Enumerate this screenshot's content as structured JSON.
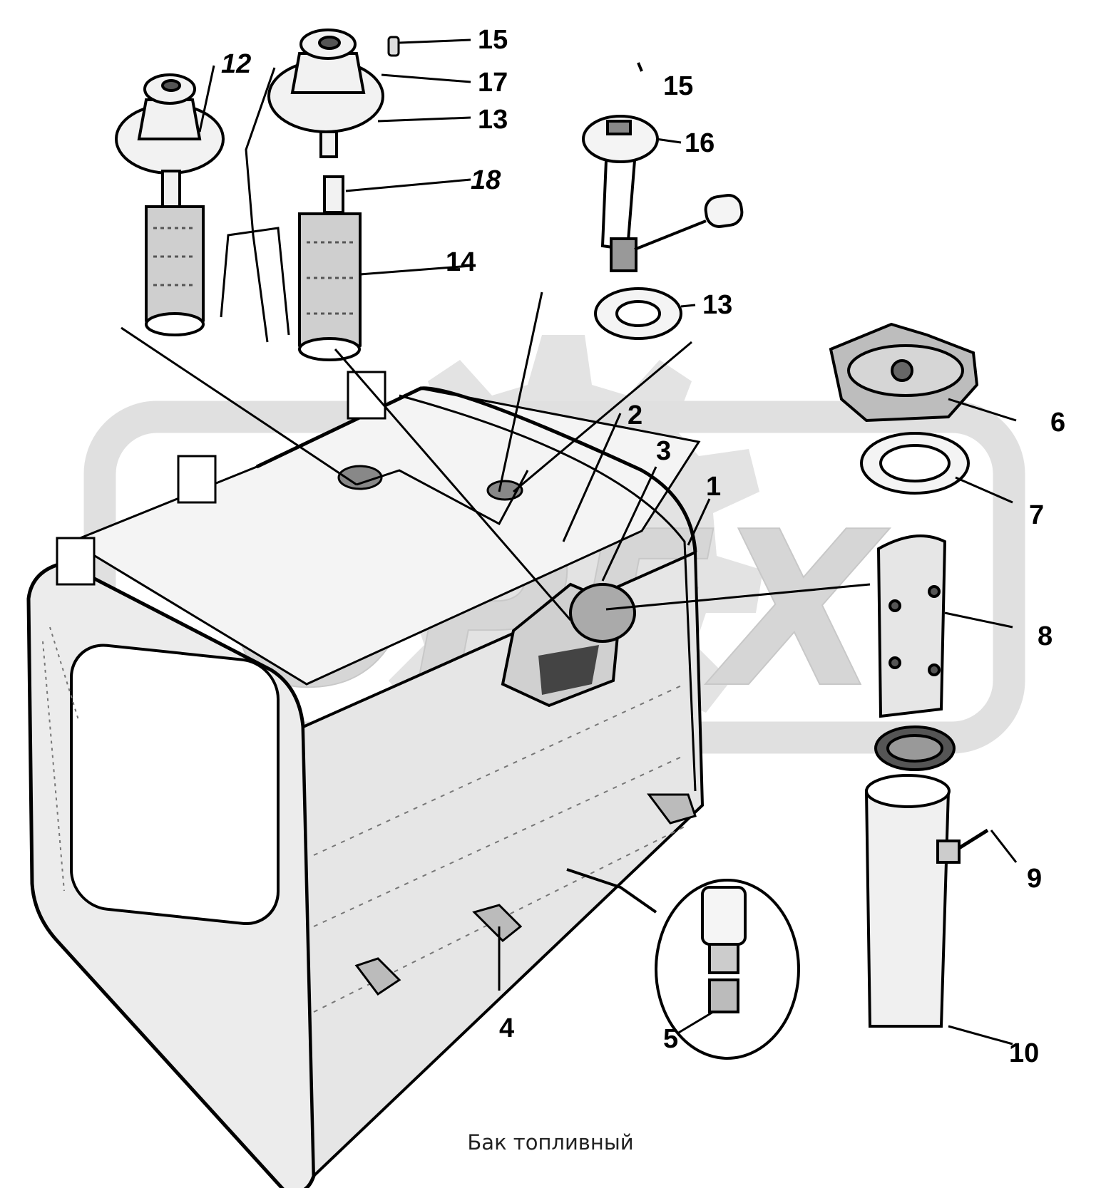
{
  "caption": "Бак топливный",
  "watermark": {
    "text": "OPEX",
    "color": "#d9d9d9"
  },
  "callouts": [
    {
      "id": "1",
      "label": "1"
    },
    {
      "id": "2",
      "label": "2"
    },
    {
      "id": "3",
      "label": "3"
    },
    {
      "id": "4",
      "label": "4"
    },
    {
      "id": "5",
      "label": "5"
    },
    {
      "id": "6",
      "label": "6"
    },
    {
      "id": "7",
      "label": "7"
    },
    {
      "id": "8",
      "label": "8"
    },
    {
      "id": "9",
      "label": "9"
    },
    {
      "id": "10",
      "label": "10"
    },
    {
      "id": "12",
      "label": "12"
    },
    {
      "id": "13a",
      "label": "13"
    },
    {
      "id": "13b",
      "label": "13"
    },
    {
      "id": "14",
      "label": "14"
    },
    {
      "id": "15a",
      "label": "15"
    },
    {
      "id": "15b",
      "label": "15"
    },
    {
      "id": "16",
      "label": "16"
    },
    {
      "id": "17",
      "label": "17"
    },
    {
      "id": "18",
      "label": "18"
    }
  ]
}
